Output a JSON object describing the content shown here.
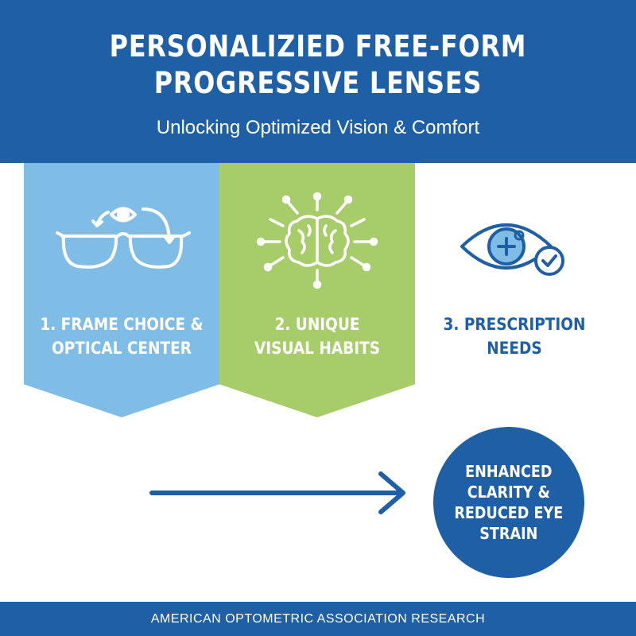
{
  "header": {
    "title_line1": "PERSONALIZIED FREE-FORM",
    "title_line2": "PROGRESSIVE LENSES",
    "subtitle": "Unlocking Optimized Vision & Comfort"
  },
  "factors": [
    {
      "line1": "1. FRAME CHOICE &",
      "line2": "OPTICAL CENTER",
      "icon": "eyeglasses-icon"
    },
    {
      "line1": "2. UNIQUE",
      "line2": "VISUAL HABITS",
      "icon": "brain-icon"
    },
    {
      "line1": "3. PRESCRIPTION",
      "line2": "NEEDS",
      "icon": "eye-lens-check-icon"
    }
  ],
  "result": {
    "line1": "ENHANCED",
    "line2": "CLARITY &",
    "line3": "REDUCED EYE",
    "line4": "STRAIN"
  },
  "footer": {
    "text": "AMERICAN OPTOMETRIC ASSOCIATION RESEARCH"
  },
  "colors": {
    "primary_blue": "#1f5fa6",
    "light_blue": "#7fbce6",
    "green": "#a6cd6a",
    "white": "#ffffff"
  }
}
